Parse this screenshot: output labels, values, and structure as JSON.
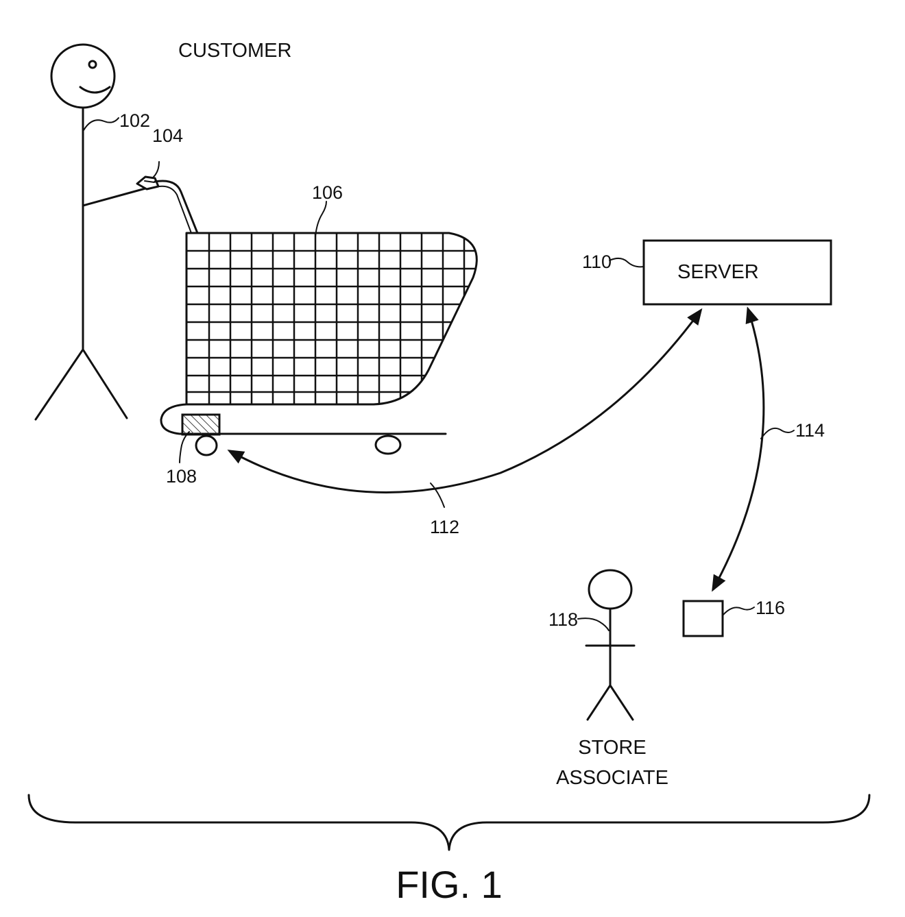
{
  "labels": {
    "customer": "CUSTOMER",
    "server": "SERVER",
    "store": "STORE",
    "associate": "ASSOCIATE",
    "figure": "FIG. 1"
  },
  "refs": {
    "customer_person": "102",
    "cart_handle_device": "104",
    "cart": "106",
    "cart_device": "108",
    "server": "110",
    "link_cart_server": "112",
    "link_server_device": "114",
    "associate_device": "116",
    "store_associate": "118"
  }
}
